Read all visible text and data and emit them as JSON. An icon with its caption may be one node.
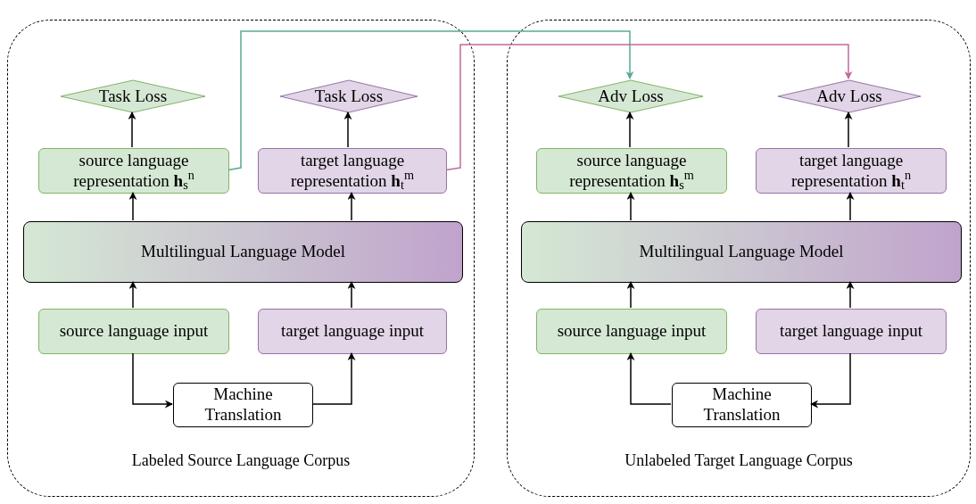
{
  "diagram": {
    "nodes": [
      {
        "text": [
          "Labeled Source Language Corpus"
        ]
      },
      {
        "text": [
          "Task Loss"
        ],
        "in": 0
      },
      {
        "text": [
          "Task Loss"
        ],
        "in": 0
      },
      {
        "text": [
          "source language representation **h**$_{s}$$^{n}$"
        ],
        "in": 0
      },
      {
        "text": [
          "target language representation **h**$_{t}$$^{m}$"
        ],
        "in": 0
      },
      {
        "text": [
          "Multilingual Language Model"
        ],
        "in": 0
      },
      {
        "text": [
          "source language input"
        ],
        "in": 0
      },
      {
        "text": [
          "target language input"
        ],
        "in": 0
      },
      {
        "text": [
          "Machine Translation"
        ],
        "in": 0
      },
      {
        "text": [
          "Unlabeled Target Language Corpus"
        ]
      },
      {
        "text": [
          "Adv Loss"
        ],
        "in": 9
      },
      {
        "text": [
          "Adv Loss"
        ],
        "in": 9
      },
      {
        "text": [
          "source language representation **h**$_{s}$$^{m}$"
        ],
        "in": 9
      },
      {
        "text": [
          "target language representation **h**$_{t}$$^{n}$"
        ],
        "in": 9
      },
      {
        "text": [
          "Multilingual Language Model"
        ],
        "in": 9
      },
      {
        "text": [
          "source language input"
        ],
        "in": 9
      },
      {
        "text": [
          "target language input"
        ],
        "in": 9
      },
      {
        "text": [
          "Machine Translation"
        ],
        "in": 9
      }
    ],
    "edges": [
      {
        "from": 6,
        "to": 5,
        "arrow": "to"
      },
      {
        "from": 7,
        "to": 5,
        "arrow": "to"
      },
      {
        "from": 5,
        "to": 3,
        "arrow": "to"
      },
      {
        "from": 5,
        "to": 4,
        "arrow": "to"
      },
      {
        "from": 3,
        "to": 1,
        "arrow": "to"
      },
      {
        "from": 4,
        "to": 2,
        "arrow": "to"
      },
      {
        "from": 6,
        "to": 8,
        "arrow": "to"
      },
      {
        "from": 8,
        "to": 7,
        "arrow": "to"
      },
      {
        "from": 15,
        "to": 14,
        "arrow": "to"
      },
      {
        "from": 16,
        "to": 14,
        "arrow": "to"
      },
      {
        "from": 14,
        "to": 12,
        "arrow": "to"
      },
      {
        "from": 14,
        "to": 13,
        "arrow": "to"
      },
      {
        "from": 12,
        "to": 10,
        "arrow": "to"
      },
      {
        "from": 13,
        "to": 11,
        "arrow": "to"
      },
      {
        "from": 17,
        "to": 15,
        "arrow": "to"
      },
      {
        "from": 16,
        "to": 17,
        "arrow": "to"
      },
      {
        "from": 3,
        "to": 10,
        "arrow": "to",
        "color": "#5aa897"
      },
      {
        "from": 4,
        "to": 11,
        "arrow": "to",
        "color": "#c2699a"
      }
    ]
  }
}
